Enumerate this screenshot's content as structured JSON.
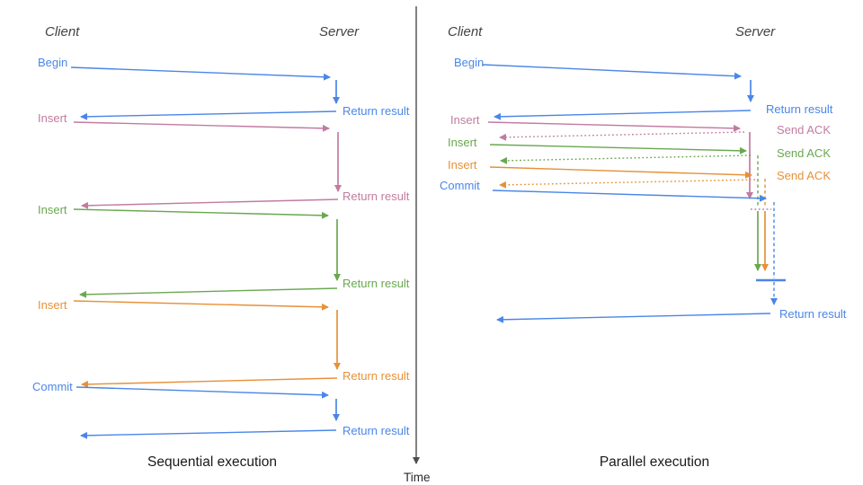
{
  "colors": {
    "blue": "#4a86e8",
    "pink": "#c27ba0",
    "green": "#6aa84f",
    "orange": "#e69138",
    "axis": "#4d4d4d"
  },
  "time_axis": {
    "label": "Time"
  },
  "sequential": {
    "title": "Sequential execution",
    "client_header": "Client",
    "server_header": "Server",
    "operations": [
      {
        "label": "Begin",
        "color": "blue",
        "result": "Return result"
      },
      {
        "label": "Insert",
        "color": "pink",
        "result": "Return result"
      },
      {
        "label": "Insert",
        "color": "green",
        "result": "Return result"
      },
      {
        "label": "Insert",
        "color": "orange",
        "result": "Return result"
      },
      {
        "label": "Commit",
        "color": "blue",
        "result": "Return result"
      }
    ]
  },
  "parallel": {
    "title": "Parallel execution",
    "client_header": "Client",
    "server_header": "Server",
    "operations": [
      {
        "label": "Begin",
        "color": "blue",
        "response": "Return result"
      },
      {
        "label": "Insert",
        "color": "pink",
        "response": "Send ACK"
      },
      {
        "label": "Insert",
        "color": "green",
        "response": "Send ACK"
      },
      {
        "label": "Insert",
        "color": "orange",
        "response": "Send ACK"
      },
      {
        "label": "Commit",
        "color": "blue",
        "response": "Return result"
      }
    ]
  }
}
